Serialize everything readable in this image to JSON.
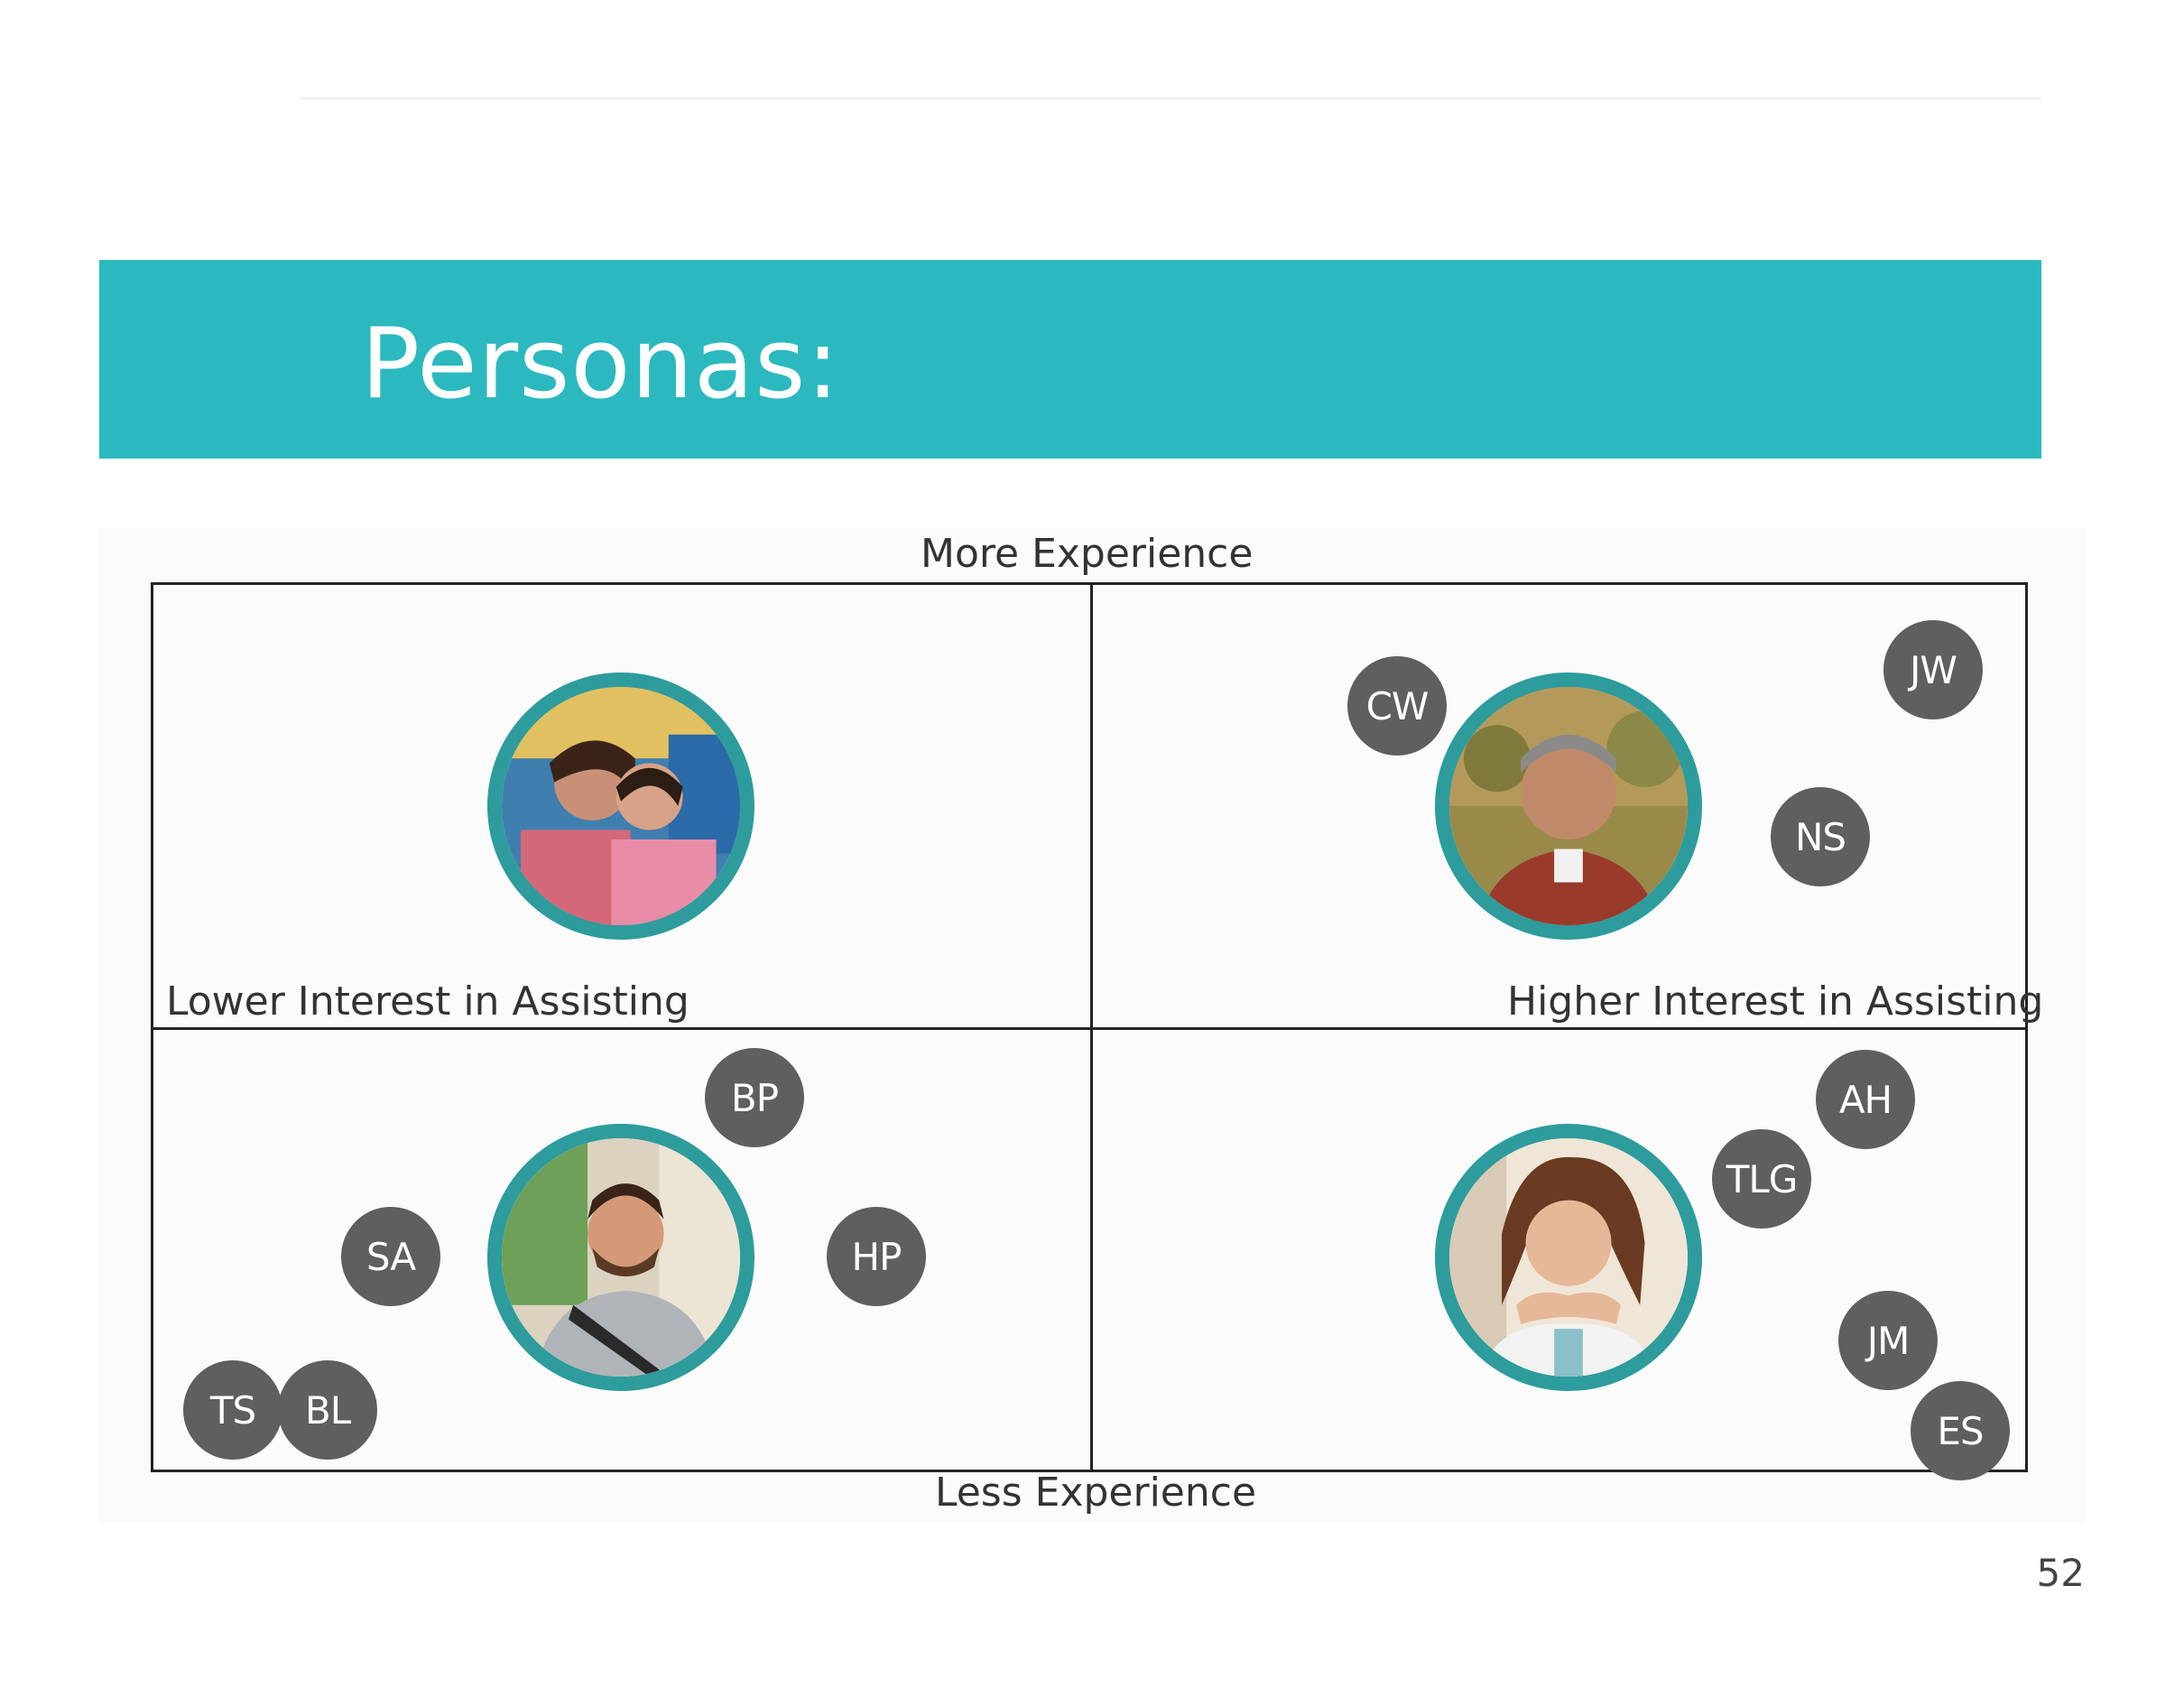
{
  "title": "Personas:",
  "axes": {
    "top": "More Experience",
    "bottom": "Less Experience",
    "left": "Lower Interest in Assisting",
    "right": "Higher Interest in Assisting"
  },
  "personas": [
    {
      "quadrant": "more-experience-lower-interest",
      "image": "mother-and-daughter-photo"
    },
    {
      "quadrant": "more-experience-higher-interest",
      "image": "middle-aged-man-photo"
    },
    {
      "quadrant": "less-experience-lower-interest",
      "image": "young-man-photo"
    },
    {
      "quadrant": "less-experience-higher-interest",
      "image": "smiling-woman-photo"
    }
  ],
  "initials": {
    "cw": "CW",
    "jw": "JW",
    "ns": "NS",
    "bp": "BP",
    "sa": "SA",
    "hp": "HP",
    "ts": "TS",
    "bl": "BL",
    "ah": "AH",
    "tlg": "TLG",
    "jm": "JM",
    "es": "ES"
  },
  "colors": {
    "banner": "#2bb9bf",
    "photo_ring": "#2e9c9c",
    "initials_bubble": "#5f5f5f"
  },
  "page_number": "52"
}
